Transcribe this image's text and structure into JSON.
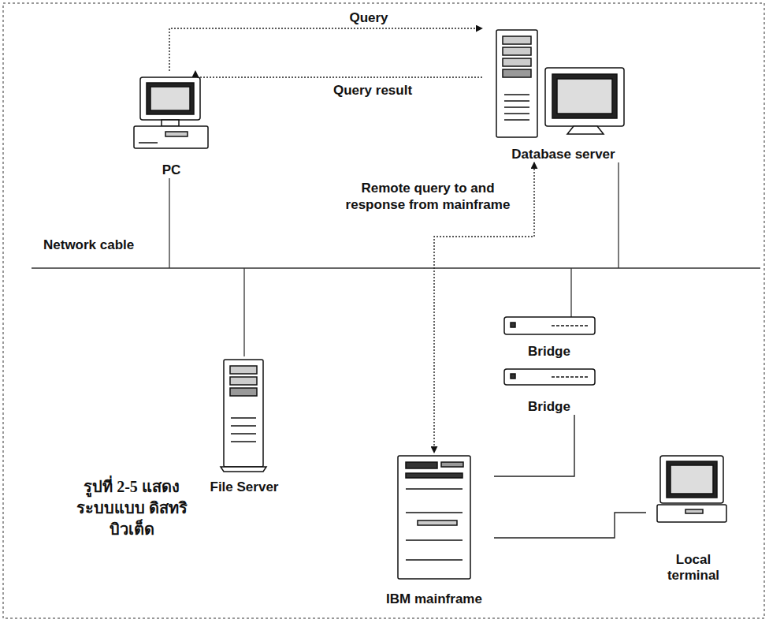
{
  "diagram": {
    "caption": "รูปที่ 2-5 แสดงระบบแบบ ดิสทริบิวเต็ด",
    "nodes": [
      {
        "text": [
          "PC"
        ]
      },
      {
        "text": [
          "Database server"
        ]
      },
      {
        "text": [
          "File Server"
        ]
      },
      {
        "text": [
          "Bridge"
        ]
      },
      {
        "text": [
          "Bridge"
        ]
      },
      {
        "text": [
          "IBM mainframe"
        ]
      },
      {
        "text": [
          "Local terminal"
        ]
      }
    ],
    "edges": [
      {
        "from": 0,
        "to": 1,
        "label": "Query",
        "arrow": "to"
      },
      {
        "from": 1,
        "to": 0,
        "label": "Query result",
        "arrow": "to"
      },
      {
        "from": 1,
        "to": 5,
        "label": "Remote query to and response from mainframe",
        "arrow": "both"
      },
      {
        "from": 4,
        "to": 5,
        "arrow": "none"
      },
      {
        "from": 5,
        "to": 6,
        "arrow": "none"
      }
    ],
    "labels": [
      "Network cable"
    ]
  }
}
